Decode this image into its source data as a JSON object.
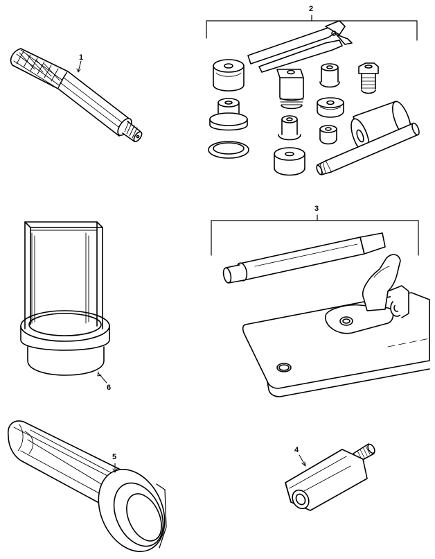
{
  "figure": {
    "callouts": {
      "tool_1": "1",
      "tool_2": "2",
      "tool_3": "3",
      "tool_4": "4",
      "tool_5": "5",
      "tool_6": "6"
    }
  }
}
